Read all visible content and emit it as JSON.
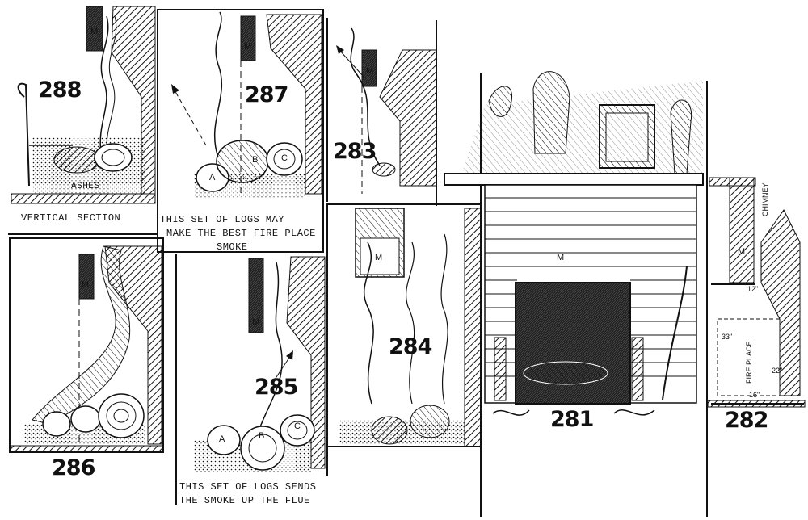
{
  "figures": {
    "fig288": {
      "number": "288",
      "ashes": "ASHES",
      "caption": "VERTICAL SECTION"
    },
    "fig287": {
      "number": "287",
      "caption_line1": "THIS SET OF LOGS MAY",
      "caption_line2": "MAKE THE BEST FIRE PLACE",
      "caption_line3": "SMOKE"
    },
    "fig283": {
      "number": "283"
    },
    "fig284": {
      "number": "284"
    },
    "fig281": {
      "number": "281"
    },
    "fig282": {
      "number": "282",
      "label_chimney": "CHIMNEY",
      "label_fireplace": "FIRE PLACE",
      "dim_33": "33\"",
      "dim_22": "22\"",
      "dim_16": "16\"",
      "dim_12": "12\""
    },
    "fig286": {
      "number": "286"
    },
    "fig285": {
      "number": "285",
      "caption_line1": "THIS SET OF LOGS SENDS",
      "caption_line2": "THE SMOKE UP THE FLUE"
    }
  },
  "log_letters": {
    "a": "A",
    "b": "B",
    "c": "C",
    "m": "M"
  },
  "colors": {
    "ink": "#111111",
    "paper": "#ffffff"
  }
}
